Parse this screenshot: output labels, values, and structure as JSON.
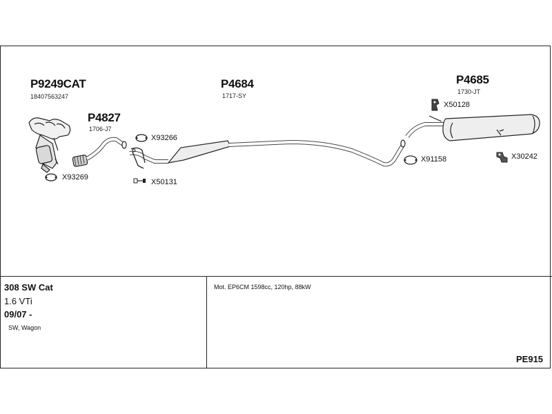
{
  "parts": {
    "manifold_cat": {
      "number": "P9249CAT",
      "ref": "18407563247"
    },
    "front_pipe": {
      "number": "P4827",
      "ref": "1706-J7"
    },
    "middle": {
      "number": "P4684",
      "ref": "1717-SY"
    },
    "rear": {
      "number": "P4685",
      "ref": "1730-JT"
    }
  },
  "accessories": {
    "x93269": "X93269",
    "x93266": "X93266",
    "x50131": "X50131",
    "x50128": "X50128",
    "x91158": "X91158",
    "x30242": "X30242"
  },
  "vehicle": {
    "model": "308 SW Cat",
    "engine": "1.6 VTi",
    "date": "09/07 -",
    "body": "SW, Wagon"
  },
  "motor_spec": "Mot. EP6CM 1598cc, 120hp, 88kW",
  "diagram_code": "PE915",
  "icons": [
    "gasket-icon",
    "clamp-icon",
    "bolt-icon",
    "hanger-icon",
    "rubber-mount-icon"
  ]
}
